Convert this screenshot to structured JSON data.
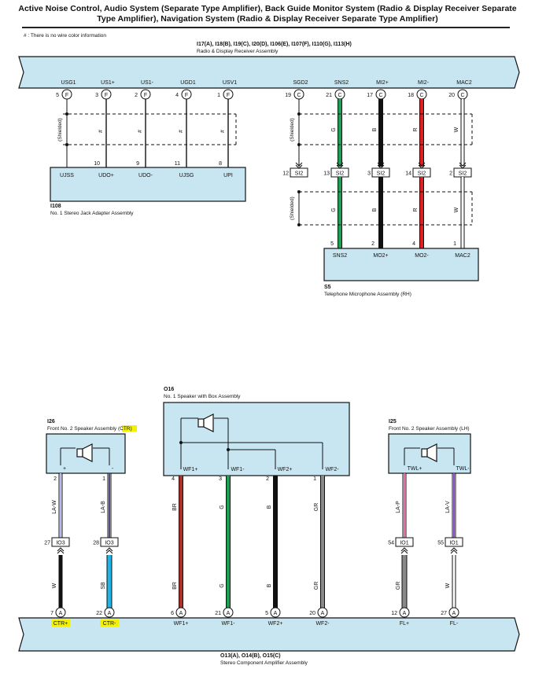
{
  "title_lines": [
    "Active Noise Control, Audio System (Separate Type Amplifier), Back Guide Monitor System (Radio & Display Receiver Separate",
    "Type Amplifier), Navigation System (Radio & Display Receiver Separate Type Amplifier)"
  ],
  "note": "# : There is no wire color information",
  "colors": {
    "component_fill": "#c8e6f2",
    "green": "#1aa050",
    "black": "#111111",
    "red": "#e02020",
    "brown_red": "#b03028",
    "gray": "#8a8a8a",
    "sky_blue": "#20b4e6",
    "pink": "#e86aa8",
    "violet": "#8a4fd0",
    "highlight": "#f2f200"
  },
  "receiver": {
    "connectors": "I17(A), I18(B), I19(C), I20(D), I106(E), I107(F), I110(G), I113(H)",
    "name": "Radio & Display Receiver Assembly",
    "pins": [
      {
        "label": "USG1",
        "pin": "5",
        "conn": "F"
      },
      {
        "label": "US1+",
        "pin": "3",
        "conn": "F"
      },
      {
        "label": "US1-",
        "pin": "2",
        "conn": "F"
      },
      {
        "label": "UGD1",
        "pin": "4",
        "conn": "F"
      },
      {
        "label": "USV1",
        "pin": "1",
        "conn": "F"
      },
      {
        "label": "SGD2",
        "pin": "19",
        "conn": "C"
      },
      {
        "label": "SNS2",
        "pin": "21",
        "conn": "C"
      },
      {
        "label": "MI2+",
        "pin": "17",
        "conn": "C"
      },
      {
        "label": "MI2-",
        "pin": "18",
        "conn": "C"
      },
      {
        "label": "MAC2",
        "pin": "20",
        "conn": "C"
      }
    ]
  },
  "jack": {
    "id": "I108",
    "name": "No. 1 Stereo Jack Adapter Assembly",
    "shielded": "(Shielded)",
    "wire_marks": [
      "#",
      "#",
      "#",
      "#"
    ],
    "pins": [
      {
        "pin": "",
        "label": "UJSS"
      },
      {
        "pin": "10",
        "label": "UDO+"
      },
      {
        "pin": "9",
        "label": "UDO-"
      },
      {
        "pin": "11",
        "label": "UJSG"
      },
      {
        "pin": "8",
        "label": "UPI"
      }
    ]
  },
  "si2": {
    "name": "SI2",
    "pins": [
      "12",
      "13",
      "3",
      "14",
      "2"
    ],
    "shielded": "(Shielded)",
    "upper_wire_colors": [
      "G",
      "B",
      "R",
      "W"
    ],
    "lower_wire_colors": [
      "G",
      "B",
      "R",
      "W"
    ]
  },
  "mic": {
    "id": "S5",
    "name": "Telephone Microphone Assembly (RH)",
    "pins": [
      {
        "pin": "5",
        "label": "SNS2"
      },
      {
        "pin": "2",
        "label": "MO2+"
      },
      {
        "pin": "4",
        "label": "MO2-"
      },
      {
        "pin": "1",
        "label": "MAC2"
      }
    ]
  },
  "ctr_speaker": {
    "id": "I26",
    "name_prefix": "Front No. 2 Speaker Assembly (",
    "name_hl": "CTR",
    "name_suffix": ")",
    "terminals": [
      "+",
      "-"
    ],
    "pins": [
      "2",
      "1"
    ],
    "wires": [
      "LA-W",
      "LA-B"
    ]
  },
  "woofer": {
    "id": "O16",
    "name": "No. 1 Speaker with Box Assembly",
    "pins": [
      {
        "pin": "4",
        "label": "WF1+",
        "wire": "BR"
      },
      {
        "pin": "3",
        "label": "WF1-",
        "wire": "G"
      },
      {
        "pin": "2",
        "label": "WF2+",
        "wire": "B"
      },
      {
        "pin": "1",
        "label": "WF2-",
        "wire": "GR"
      }
    ]
  },
  "lh_speaker": {
    "id": "I25",
    "name": "Front No. 2 Speaker Assembly (LH)",
    "terminals": [
      "TWL+",
      "TWL-"
    ],
    "wires": [
      "LA-P",
      "LA-V"
    ]
  },
  "io3": {
    "name": "IO3",
    "pins": [
      "27",
      "28"
    ],
    "wires": [
      "W",
      "SB"
    ]
  },
  "io1": {
    "name": "IO1",
    "pins": [
      "54",
      "55"
    ],
    "wires": [
      "GR",
      "W"
    ]
  },
  "amplifier": {
    "connectors": "O13(A), O14(B), O15(C)",
    "name": "Stereo Component Amplifier Assembly",
    "pins": [
      {
        "pin": "7",
        "conn": "A",
        "label": "CTR+",
        "hl": true
      },
      {
        "pin": "22",
        "conn": "A",
        "label": "CTR-",
        "hl": true
      },
      {
        "pin": "6",
        "conn": "A",
        "label": "WF1+",
        "hl": false
      },
      {
        "pin": "21",
        "conn": "A",
        "label": "WF1-",
        "hl": false
      },
      {
        "pin": "5",
        "conn": "A",
        "label": "WF2+",
        "hl": false
      },
      {
        "pin": "20",
        "conn": "A",
        "label": "WF2-",
        "hl": false
      },
      {
        "pin": "12",
        "conn": "A",
        "label": "FL+",
        "hl": false
      },
      {
        "pin": "27",
        "conn": "A",
        "label": "FL-",
        "hl": false
      }
    ]
  }
}
